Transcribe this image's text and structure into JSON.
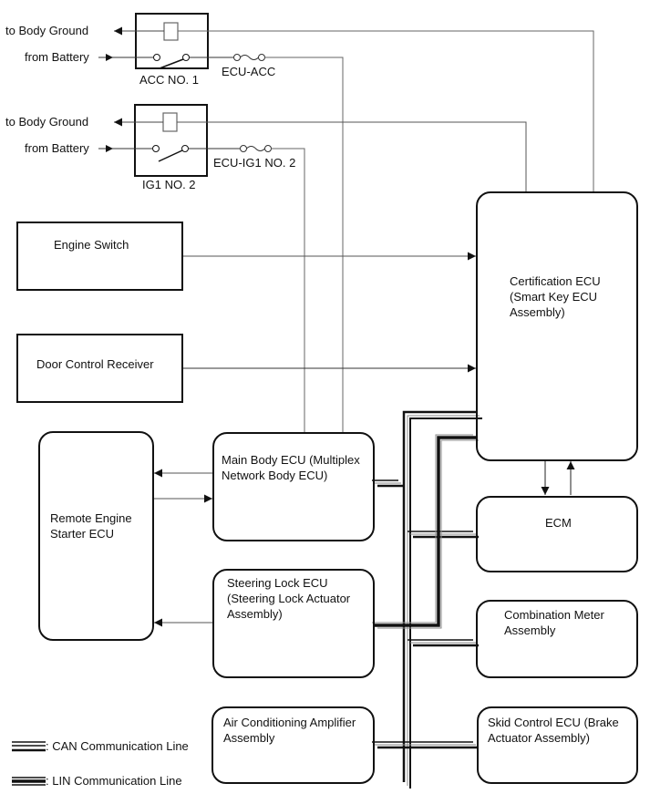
{
  "power": {
    "acc": {
      "ground_label": "to Body Ground",
      "battery_label": "from Battery",
      "relay_label": "ACC NO. 1",
      "fuse_label": "ECU-ACC"
    },
    "ig1": {
      "ground_label": "to Body Ground",
      "battery_label": "from Battery",
      "relay_label": "IG1 NO. 2",
      "fuse_label": "ECU-IG1 NO. 2"
    }
  },
  "components": {
    "engine_switch": "Engine Switch",
    "door_control_receiver": "Door Control Receiver",
    "certification_ecu": "Certification ECU\n(Smart Key ECU\nAssembly)",
    "remote_engine_starter": "Remote Engine\nStarter ECU",
    "main_body_ecu": "Main Body ECU (Multiplex\nNetwork Body ECU)",
    "ecm": "ECM",
    "steering_lock_ecu": "Steering Lock ECU\n(Steering Lock Actuator\nAssembly)",
    "combination_meter": "Combination Meter\nAssembly",
    "air_conditioning": "Air Conditioning Amplifier\nAssembly",
    "skid_control_ecu": "Skid Control ECU (Brake\nActuator Assembly)"
  },
  "legend": {
    "can": ": CAN Communication Line",
    "lin": ": LIN Communication Line"
  }
}
